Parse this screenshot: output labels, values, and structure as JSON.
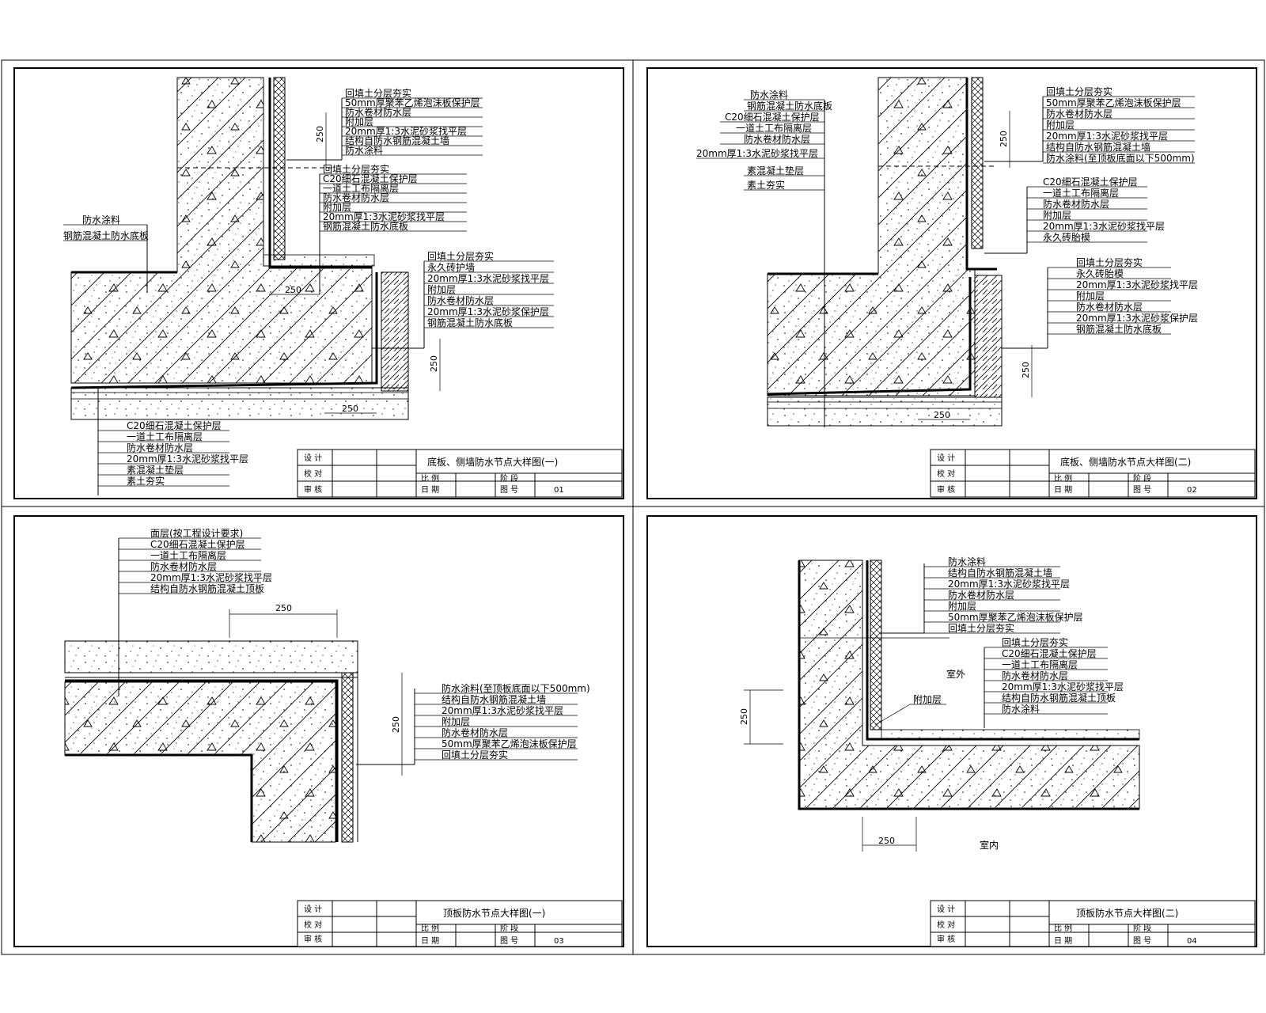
{
  "panels": [
    {
      "title": "底板、侧墙防水节点大样图(一)",
      "drawing_no": "01",
      "title_block": {
        "rows": [
          "设 计",
          "校 对",
          "审 核"
        ],
        "scale_label": "比 例",
        "stage_label": "阶 段",
        "date_label": "日 期",
        "no_label": "图 号"
      },
      "groups": [
        [
          "回填土分层夯实",
          "50mm厚聚苯乙烯泡沫板保护层",
          "防水卷材防水层",
          "附加层",
          "20mm厚1:3水泥砂浆找平层",
          "结构自防水钢筋混凝土墙",
          "防水涂料"
        ],
        [
          "回填土分层夯实",
          "C20细石混凝土保护层",
          "一道土工布隔离层",
          "防水卷材防水层",
          "附加层",
          "20mm厚1:3水泥砂浆找平层",
          "钢筋混凝土防水底板"
        ],
        [
          "回填土分层夯实",
          "永久砖护墙",
          "20mm厚1:3水泥砂浆找平层",
          "附加层",
          "防水卷材防水层",
          "20mm厚1:3水泥砂浆保护层",
          "钢筋混凝土防水底板"
        ],
        [
          "防水涂料",
          "钢筋混凝土防水底板"
        ],
        [
          "C20细石混凝土保护层",
          "一道土工布隔离层",
          "防水卷材防水层",
          "20mm厚1:3水泥砂浆找平层",
          "素混凝土垫层",
          "素土夯实"
        ]
      ],
      "dims": [
        "250",
        "250",
        "250",
        "250"
      ]
    },
    {
      "title": "底板、侧墙防水节点大样图(二)",
      "drawing_no": "02",
      "title_block": {
        "rows": [
          "设 计",
          "校 对",
          "审 核"
        ],
        "scale_label": "比 例",
        "stage_label": "阶 段",
        "date_label": "日 期",
        "no_label": "图 号"
      },
      "groups": [
        [
          "防水涂料",
          "钢筋混凝土防水底板",
          "C20细石混凝土保护层",
          "一道土工布隔离层",
          "防水卷材防水层",
          "20mm厚1:3水泥砂浆找平层",
          "素混凝土垫层",
          "素土夯实"
        ],
        [
          "回填土分层夯实",
          "50mm厚聚苯乙烯泡沫板保护层",
          "防水卷材防水层",
          "附加层",
          "20mm厚1:3水泥砂浆找平层",
          "结构自防水钢筋混凝土墙",
          "防水涂料(至顶板底面以下500mm)"
        ],
        [
          "C20细石混凝土保护层",
          "一道土工布隔离层",
          "防水卷材防水层",
          "附加层",
          "20mm厚1:3水泥砂浆找平层",
          "永久砖胎模"
        ],
        [
          "回填土分层夯实",
          "永久砖胎模",
          "20mm厚1:3水泥砂浆找平层",
          "附加层",
          "防水卷材防水层",
          "20mm厚1:3水泥砂浆保护层",
          "钢筋混凝土防水底板"
        ]
      ],
      "dims": [
        "250",
        "250",
        "250"
      ]
    },
    {
      "title": "顶板防水节点大样图(一)",
      "drawing_no": "03",
      "title_block": {
        "rows": [
          "设 计",
          "校 对",
          "审 核"
        ],
        "scale_label": "比 例",
        "stage_label": "阶 段",
        "date_label": "日 期",
        "no_label": "图 号"
      },
      "groups": [
        [
          "面层(按工程设计要求)",
          "C20细石混凝土保护层",
          "一道土工布隔离层",
          "防水卷材防水层",
          "20mm厚1:3水泥砂浆找平层",
          "结构自防水钢筋混凝土顶板"
        ],
        [
          "防水涂料(至顶板底面以下500mm)",
          "结构自防水钢筋混凝土墙",
          "20mm厚1:3水泥砂浆找平层",
          "附加层",
          "防水卷材防水层",
          "50mm厚聚苯乙烯泡沫板保护层",
          "回填土分层夯实"
        ]
      ],
      "dims": [
        "250",
        "250"
      ]
    },
    {
      "title": "顶板防水节点大样图(二)",
      "drawing_no": "04",
      "title_block": {
        "rows": [
          "设 计",
          "校 对",
          "审 核"
        ],
        "scale_label": "比 例",
        "stage_label": "阶 段",
        "date_label": "日 期",
        "no_label": "图 号"
      },
      "groups": [
        [
          "防水涂料",
          "结构自防水钢筋混凝土墙",
          "20mm厚1:3水泥砂浆找平层",
          "防水卷材防水层",
          "附加层",
          "50mm厚聚苯乙烯泡沫板保护层",
          "回填土分层夯实"
        ],
        [
          "回填土分层夯实",
          "C20细石混凝土保护层",
          "一道土工布隔离层",
          "防水卷材防水层",
          "20mm厚1:3水泥砂浆找平层",
          "结构自防水钢筋混凝土顶板",
          "防水涂料"
        ]
      ],
      "callouts": {
        "outside": "室外",
        "indoor": "室内",
        "extra_layer": "附加层"
      },
      "dims": [
        "250",
        "250"
      ]
    }
  ]
}
